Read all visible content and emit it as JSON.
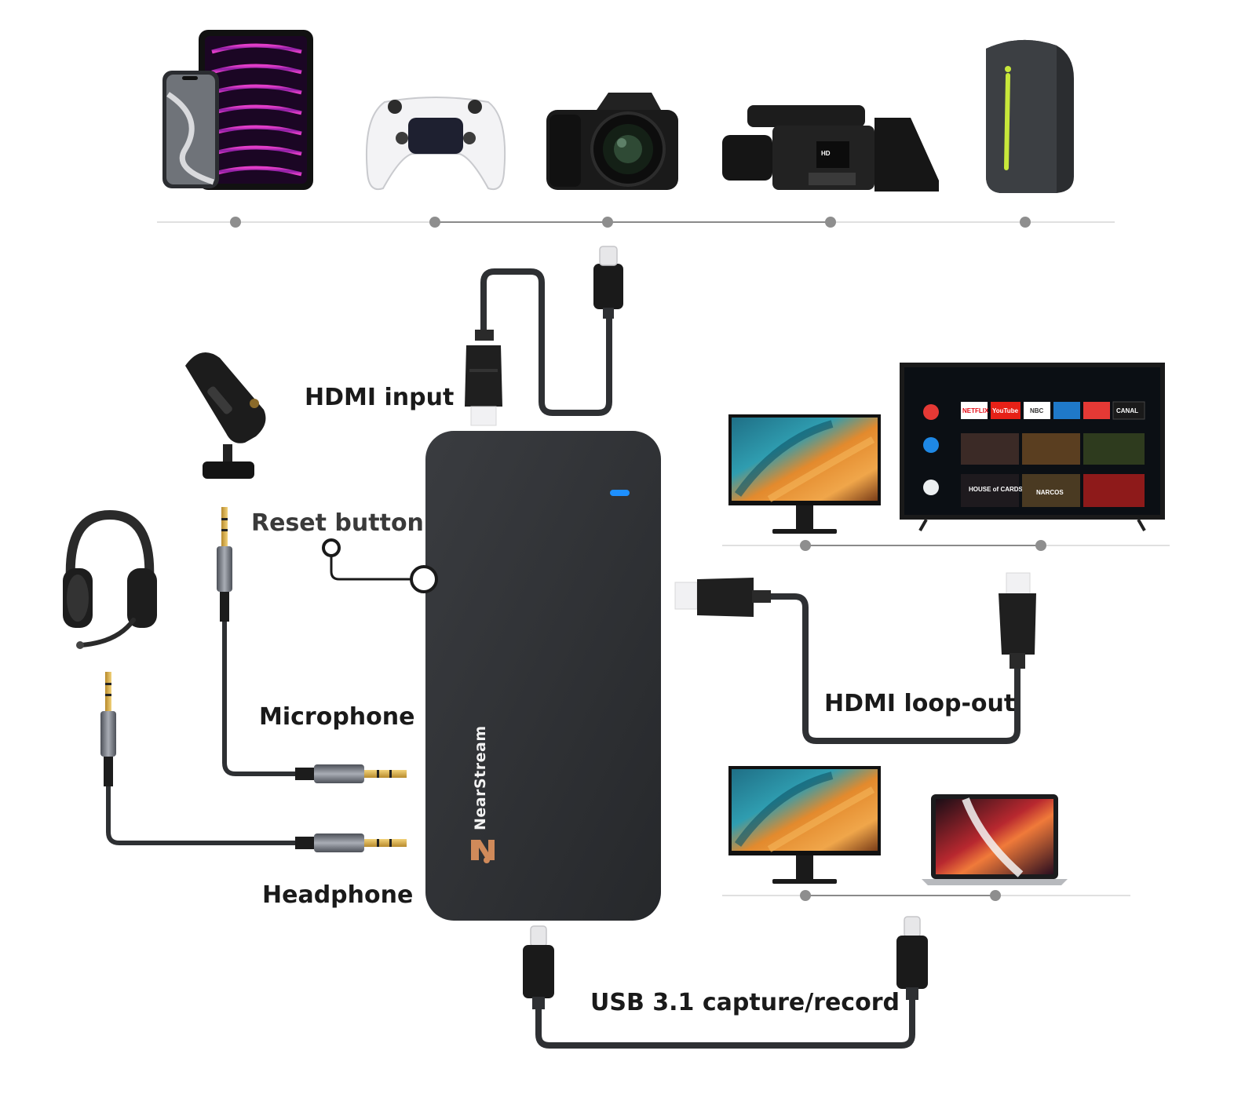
{
  "labels": {
    "hdmi_input": "HDMI input",
    "reset_button": "Reset button",
    "microphone": "Microphone",
    "headphone": "Headphone",
    "hdmi_loop_out": "HDMI loop-out",
    "usb_capture": "USB 3.1 capture/record"
  },
  "device": {
    "brand": "NearStream"
  },
  "screen_text": {
    "netflix": "NETFLIX",
    "youtube": "YouTube",
    "nbc": "NBC",
    "canal": "CANAL",
    "house_of_cards": "HOUSE of CARDS",
    "narcos": "NARCOS"
  },
  "source_devices": [
    "tablet-and-phone",
    "game-controller",
    "camera",
    "camcorder",
    "gaming-pc"
  ],
  "colors": {
    "device_body": "#303235",
    "cable": "#2e3033",
    "status_led": "#1e90ff",
    "brand_logo": "#d08a5a",
    "dot": "#8e8e8e"
  }
}
